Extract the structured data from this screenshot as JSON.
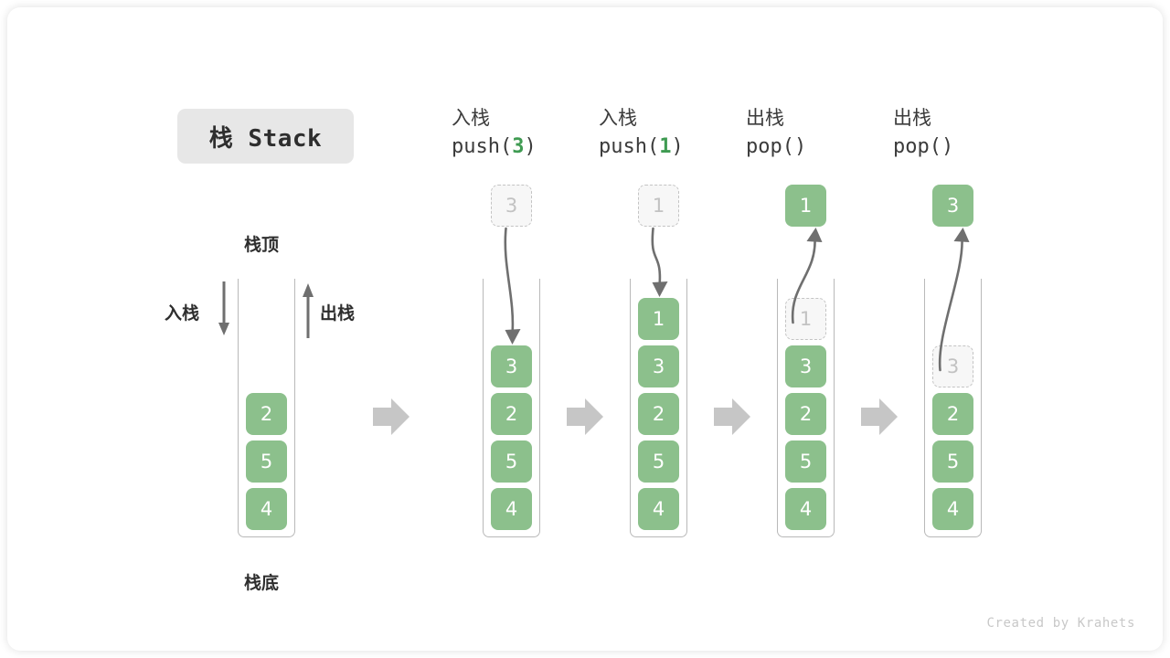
{
  "title": {
    "text": "栈 Stack"
  },
  "labels": {
    "top": "栈顶",
    "bottom": "栈底",
    "push_side": "入栈",
    "pop_side": "出栈"
  },
  "accent": {
    "green": "#8cc08c",
    "green_text": "#3f9b52",
    "gray": "#8a8a8a",
    "ghost": "#c2c2c2"
  },
  "footer": {
    "credit": "Created by Krahets"
  },
  "columns": [
    {
      "id": "initial",
      "kind": "initial",
      "header_cn": "",
      "header_code": "",
      "stack": [
        {
          "value": "2",
          "state": "solid"
        },
        {
          "value": "5",
          "state": "solid"
        },
        {
          "value": "4",
          "state": "solid"
        }
      ],
      "floating": null
    },
    {
      "id": "push-3",
      "kind": "push",
      "header_cn": "入栈",
      "header_code_pre": "push(",
      "header_code_num": "3",
      "header_code_post": ")",
      "stack": [
        {
          "value": "3",
          "state": "solid"
        },
        {
          "value": "2",
          "state": "solid"
        },
        {
          "value": "5",
          "state": "solid"
        },
        {
          "value": "4",
          "state": "solid"
        }
      ],
      "floating": {
        "value": "3",
        "state": "ghost"
      }
    },
    {
      "id": "push-1",
      "kind": "push",
      "header_cn": "入栈",
      "header_code_pre": "push(",
      "header_code_num": "1",
      "header_code_post": ")",
      "stack": [
        {
          "value": "1",
          "state": "solid"
        },
        {
          "value": "3",
          "state": "solid"
        },
        {
          "value": "2",
          "state": "solid"
        },
        {
          "value": "5",
          "state": "solid"
        },
        {
          "value": "4",
          "state": "solid"
        }
      ],
      "floating": {
        "value": "1",
        "state": "ghost"
      }
    },
    {
      "id": "pop-1",
      "kind": "pop",
      "header_cn": "出栈",
      "header_code_pre": "pop(",
      "header_code_num": "",
      "header_code_post": ")",
      "stack": [
        {
          "value": "1",
          "state": "ghost"
        },
        {
          "value": "3",
          "state": "solid"
        },
        {
          "value": "2",
          "state": "solid"
        },
        {
          "value": "5",
          "state": "solid"
        },
        {
          "value": "4",
          "state": "solid"
        }
      ],
      "floating": {
        "value": "1",
        "state": "solid"
      }
    },
    {
      "id": "pop-3",
      "kind": "pop",
      "header_cn": "出栈",
      "header_code_pre": "pop(",
      "header_code_num": "",
      "header_code_post": ")",
      "stack": [
        {
          "value": "3",
          "state": "ghost"
        },
        {
          "value": "2",
          "state": "solid"
        },
        {
          "value": "5",
          "state": "solid"
        },
        {
          "value": "4",
          "state": "solid"
        }
      ],
      "floating": {
        "value": "3",
        "state": "solid"
      }
    }
  ],
  "separators": [
    {
      "name": "step-arrow-1"
    },
    {
      "name": "step-arrow-2"
    },
    {
      "name": "step-arrow-3"
    },
    {
      "name": "step-arrow-4"
    }
  ]
}
